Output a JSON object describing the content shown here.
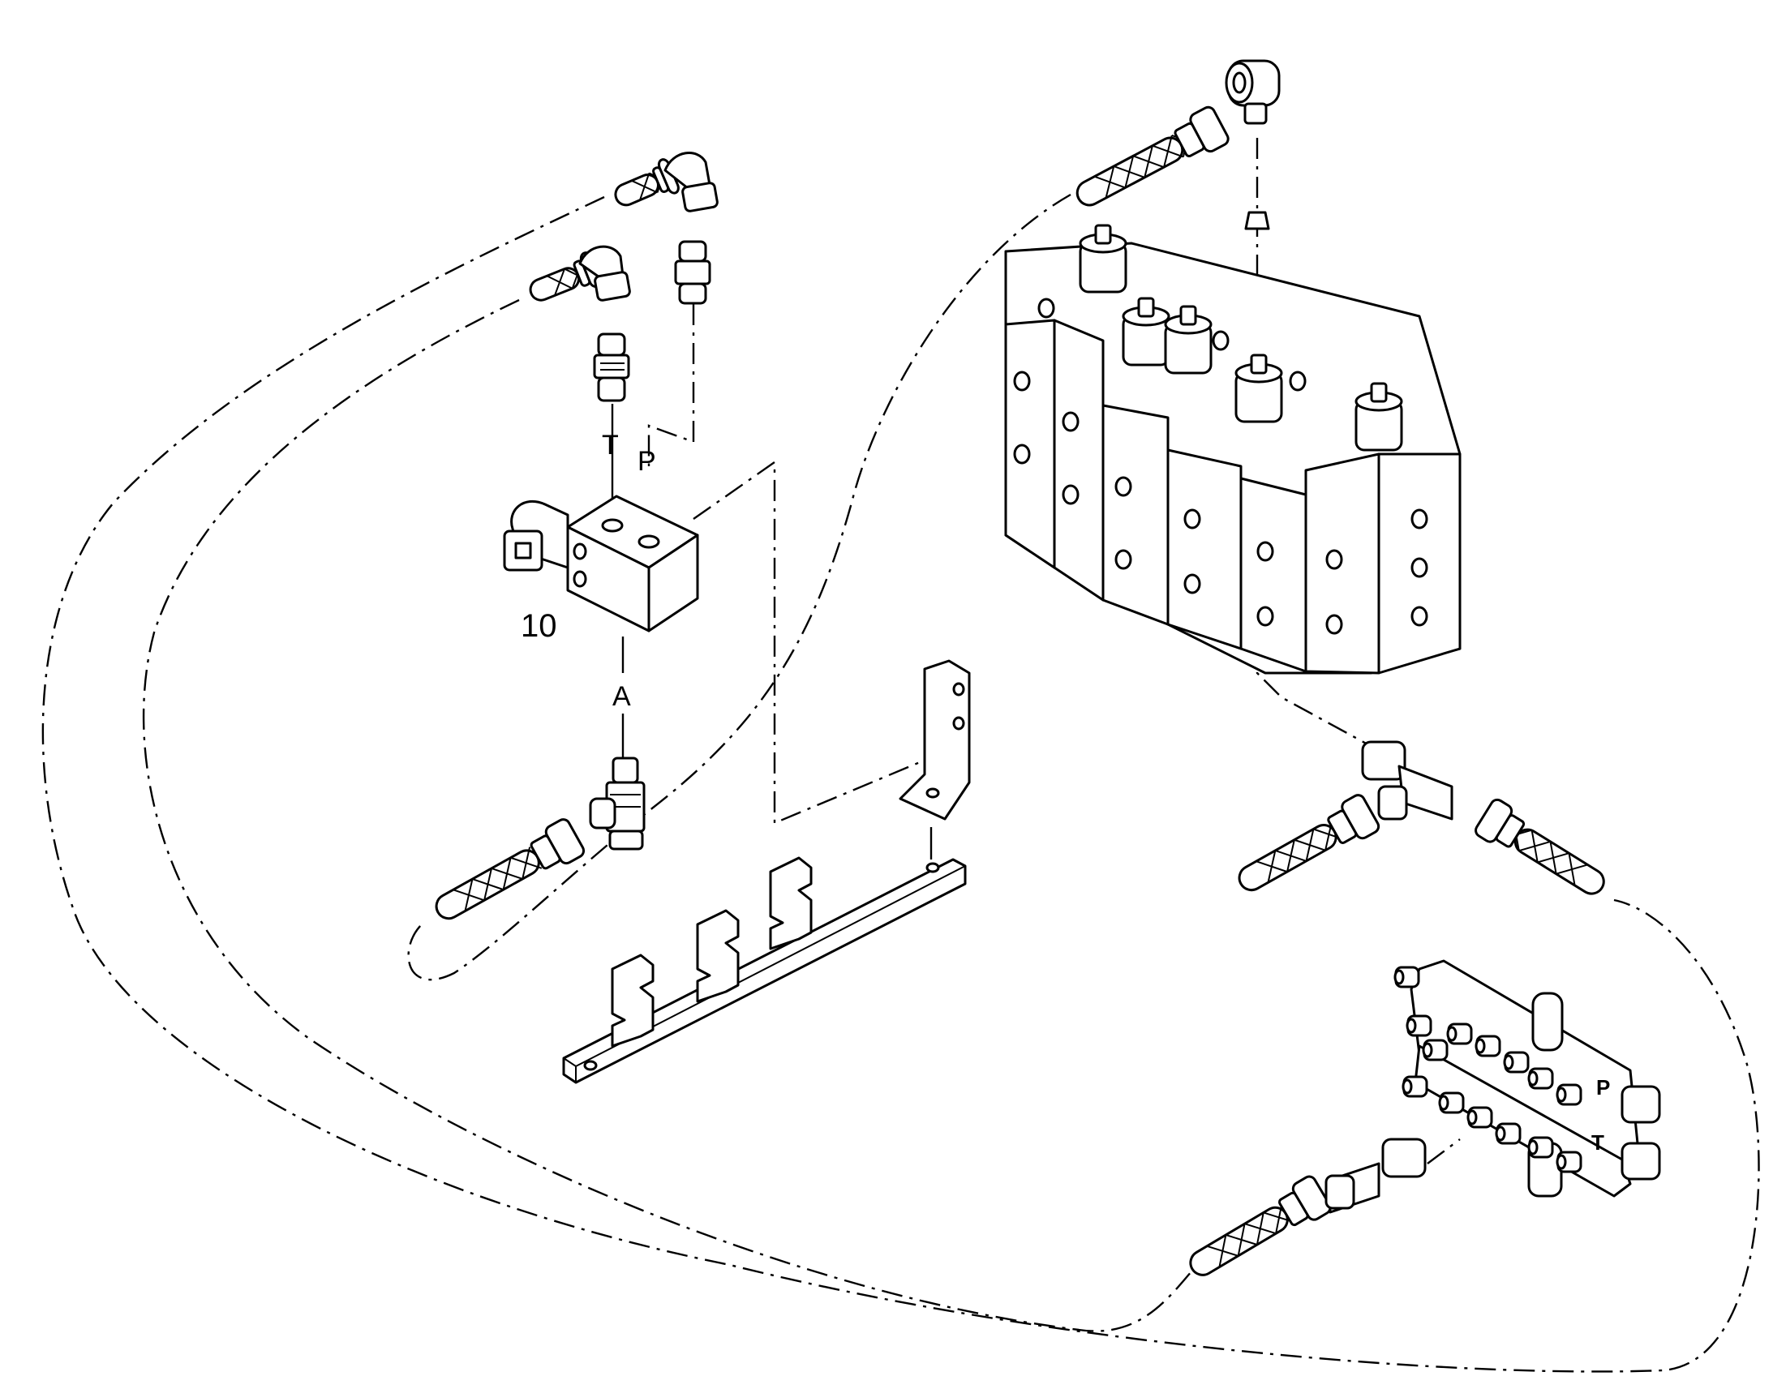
{
  "labels": {
    "port_t": "T",
    "port_p": "P",
    "port_a": "A",
    "part_number": "10",
    "manifold_port_p": "P",
    "manifold_port_t": "T"
  },
  "colors": {
    "line": "#000000",
    "background": "#ffffff"
  }
}
